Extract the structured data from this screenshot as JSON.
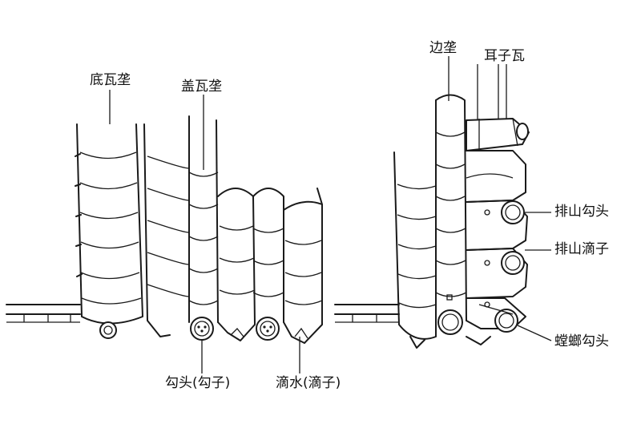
{
  "labels": {
    "di_wa_long": "底瓦垄",
    "gai_wa_long": "盖瓦垄",
    "gou_tou": "勾头(勾子)",
    "di_shui": "滴水(滴子)",
    "bian_long": "边垄",
    "er_zi_wa": "耳子瓦",
    "pai_shan_gou_tou": "排山勾头",
    "pai_shan_di_zi": "排山滴子",
    "tang_lang_gou_tou": "螳螂勾头"
  },
  "colors": {
    "ink": "#1a1a1a",
    "paper": "#ffffff",
    "shade": "#e9e9e9"
  }
}
